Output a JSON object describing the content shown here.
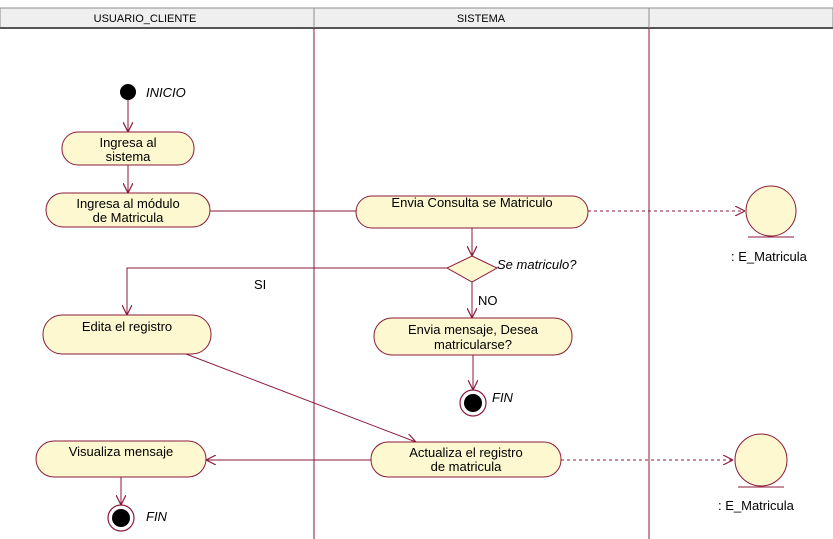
{
  "swimlanes": {
    "lane1": "USUARIO_CLIENTE",
    "lane2": "SISTEMA",
    "lane3": ""
  },
  "nodes": {
    "start_label": "INICIO",
    "ingresa_sistema": [
      "Ingresa al",
      "sistema"
    ],
    "ingresa_modulo": [
      "Ingresa al módulo",
      "de Matricula"
    ],
    "envia_consulta": "Envia Consulta se Matriculo",
    "decision_label": "Se matriculo?",
    "guard_si": "SI",
    "guard_no": "NO",
    "edita_registro": "Edita el registro",
    "envia_mensaje": [
      "Envia mensaje, Desea",
      "matricularse?"
    ],
    "end_label_system": "FIN",
    "actualiza_registro": [
      "Actualiza el registro",
      "de matricula"
    ],
    "visualiza_mensaje": "Visualiza mensaje",
    "end_label_user": "FIN",
    "entity_1": ": E_Matricula",
    "entity_2": ": E_Matricula"
  },
  "colors": {
    "line": "#8b1a3a",
    "activity_fill": "#fdf8d0",
    "activity_stroke": "#8b1a3a",
    "header_fill": "#efefef",
    "text": "#000000"
  }
}
